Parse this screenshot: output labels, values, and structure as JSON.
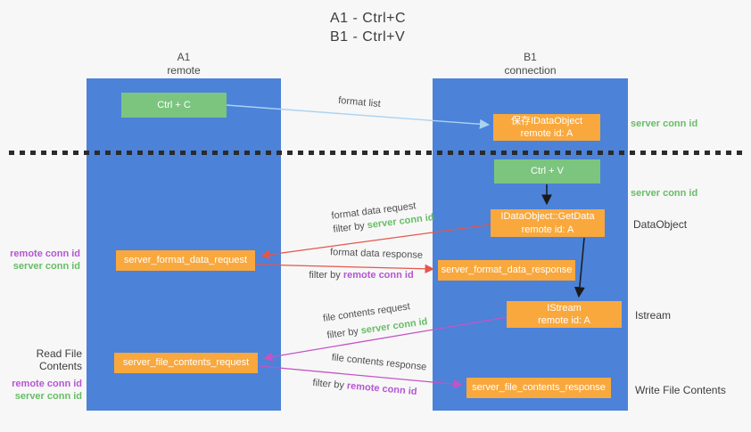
{
  "title": {
    "line1": "A1 - Ctrl+C",
    "line2": "B1 - Ctrl+V"
  },
  "columns": {
    "a1": {
      "name": "A1",
      "subtitle": "remote"
    },
    "b1": {
      "name": "B1",
      "subtitle": "connection"
    }
  },
  "nodes": {
    "ctrl_c": {
      "label": "Ctrl + C"
    },
    "save_idataobject": {
      "line1": "保存IDataObject",
      "line2": "remote id: A"
    },
    "ctrl_v": {
      "label": "Ctrl + V"
    },
    "getdata": {
      "line1": "IDataObject::GetData",
      "line2": "remote id: A"
    },
    "format_request": {
      "label": "server_format_data_request"
    },
    "format_response": {
      "label": "server_format_data_response"
    },
    "istream": {
      "line1": "IStream",
      "line2": "remote id: A"
    },
    "file_request": {
      "label": "server_file_contents_request"
    },
    "file_response": {
      "label": "server_file_contents_response"
    }
  },
  "edge_labels": {
    "format_list": "format list",
    "format_data_request": {
      "line1": "format data request",
      "filter_prefix": "filter by ",
      "filter_key": "server conn id"
    },
    "format_data_response": {
      "line1": "format data response",
      "filter_prefix": "filter by ",
      "filter_key": "remote conn id"
    },
    "file_contents_request": {
      "line1": "file contents request",
      "filter_prefix": "filter by ",
      "filter_key": "server conn id"
    },
    "file_contents_response": {
      "line1": "file contents response",
      "filter_prefix": "filter by ",
      "filter_key": "remote conn id"
    }
  },
  "annotations": {
    "right": [
      {
        "text": "server conn id"
      },
      {
        "text": "server conn id"
      },
      {
        "text": "DataObject"
      },
      {
        "text": "Istream"
      },
      {
        "text": "Write File Contents"
      }
    ],
    "left_format": {
      "remote": "remote conn id",
      "server": "server conn id"
    },
    "left_file": {
      "title": "Read File Contents",
      "remote": "remote conn id",
      "server": "server conn id"
    }
  },
  "colors": {
    "background": "#f7f7f7",
    "column_blue": "#4c82d8",
    "node_green": "#7cc57f",
    "node_orange": "#f9a83d",
    "arrow_light_blue": "#a9d3f2",
    "arrow_black": "#1a1a1a",
    "arrow_red": "#e4564d",
    "arrow_magenta": "#c454c4",
    "text_green": "#67bd66",
    "text_purple": "#b456d2"
  }
}
